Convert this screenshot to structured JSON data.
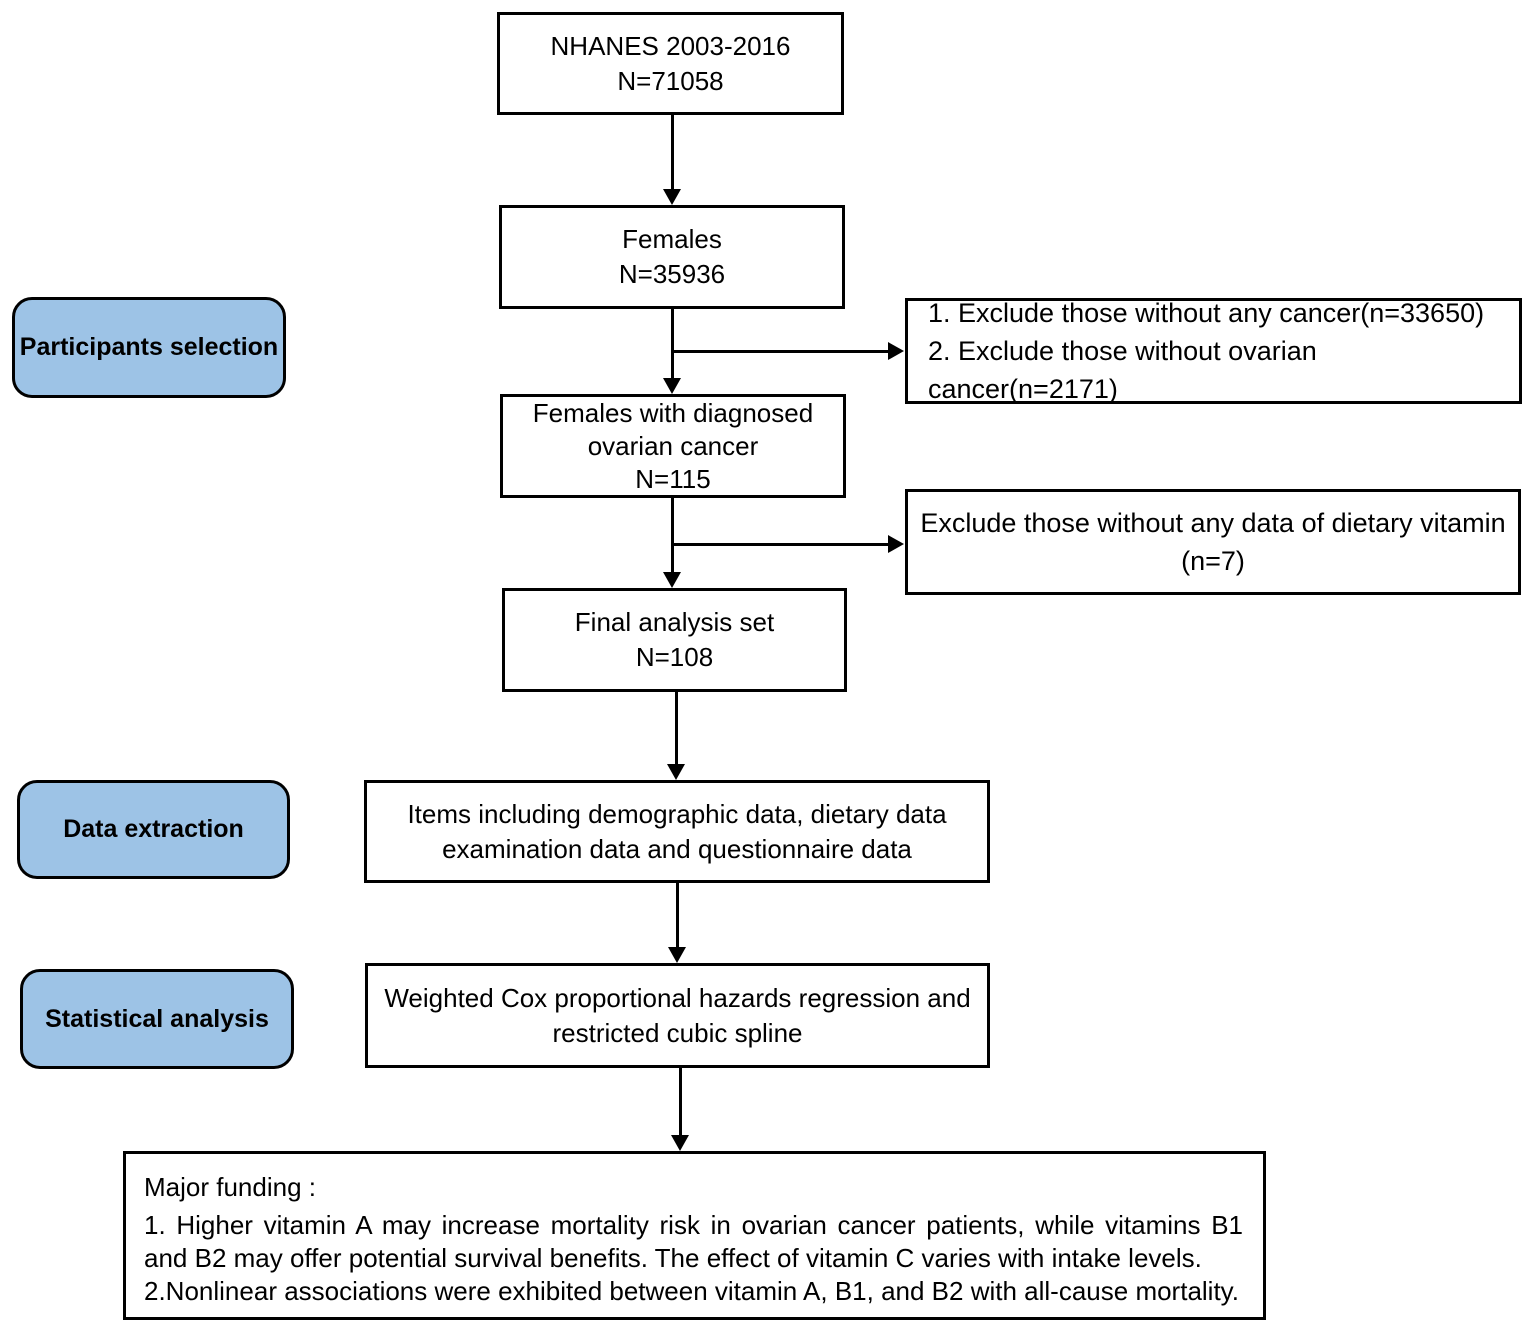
{
  "stages": {
    "participants": "Participants selection",
    "extraction": "Data extraction",
    "statistical": "Statistical analysis"
  },
  "nodes": {
    "nhanes": {
      "line1": "NHANES 2003-2016",
      "line2": "N=71058"
    },
    "females": {
      "line1": "Females",
      "line2": "N=35936"
    },
    "diagnosed": {
      "line1": "Females with diagnosed",
      "line2": "ovarian cancer",
      "line3": "N=115"
    },
    "final": {
      "line1": "Final analysis set",
      "line2": "N=108"
    },
    "exclude1": {
      "line1": "1. Exclude those without any cancer(n=33650)",
      "line2": "2. Exclude those without ovarian cancer(n=2171)"
    },
    "exclude2": {
      "line1": "Exclude those without any data of dietary vitamin",
      "line2": "(n=7)"
    },
    "items": {
      "line1": "Items including demographic data, dietary data",
      "line2": "examination data and questionnaire data"
    },
    "cox": {
      "line1": "Weighted Cox proportional hazards regression and",
      "line2": "restricted cubic spline"
    },
    "funding": {
      "heading": "Major funding :",
      "item1_line1": "1. Higher vitamin A may increase mortality risk in ovarian cancer patients, while vitamins B1",
      "item1_line2": "and B2 may offer potential survival benefits. The effect of vitamin C varies with intake levels.",
      "item2": "2.Nonlinear associations were exhibited between vitamin A, B1, and B2 with all-cause mortality."
    }
  },
  "colors": {
    "stage_fill": "#9DC3E6",
    "line_and_border": "#000000",
    "background": "#FFFFFF"
  }
}
